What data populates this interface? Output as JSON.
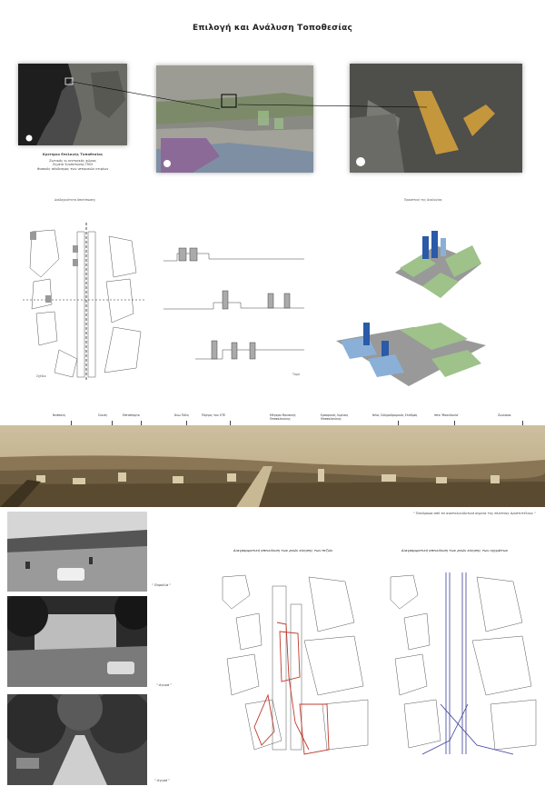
{
  "title": "Επιλογή και Ανάλυση Τοποθεσίας",
  "site_criteria": {
    "heading": "Κριτήριο Επιλογής Τοποθεσίας",
    "lines": [
      "Ζωτικός κι κεντρικός χώρος",
      "Σημείο Συνάντησης ΠΛΗ",
      "Φυσικός σύνδεσμος των ιστορικών κτιρίων"
    ]
  },
  "section_labels": {
    "sections": "Διαδοχικότητα Αποτύπωσης",
    "axonometric": "Προοπτική της Αναλογίας",
    "plan_left": "Σχέδιο",
    "plan_right": "Τομή"
  },
  "panorama": {
    "landmarks": [
      "Νεάπολη",
      "Συκιές",
      "Επταπύργιο",
      "Άνω Πόλη",
      "Πύργος του ΟΤΕ",
      "Μέγαρο Μουσικής Θεσσαλονίκης",
      "Εμπορικός Λιμένας Θεσσαλονίκης",
      "Νέος Σιδηροδρομικός Σταθμός",
      "Ιπτο 'Μακεδονία'",
      "Ζωνιάνοι"
    ],
    "caption": "\" Πανόραμα από τα ανατολικοδυτικά σημεία της πλατείας Αριστοτέλους \""
  },
  "photos": [
    {
      "caption": "\" Παραλία \""
    },
    {
      "caption": "\" Αγορά \""
    },
    {
      "caption": "\" Αγορά \""
    }
  ],
  "analysis": {
    "left_heading": "Διαγραμματική απεικόνιση των ροών κίνησης των πεζών",
    "right_heading": "Διαγραμματική απεικόνιση των ροών κίνησης των οχημάτων"
  },
  "colors": {
    "pedestrian_flow": "#c0392b",
    "vehicle_flow": "#3a3f9a",
    "green_zone": "#9ec28a",
    "highlight": "#d9a43a",
    "tower": "#2a5aa8"
  }
}
